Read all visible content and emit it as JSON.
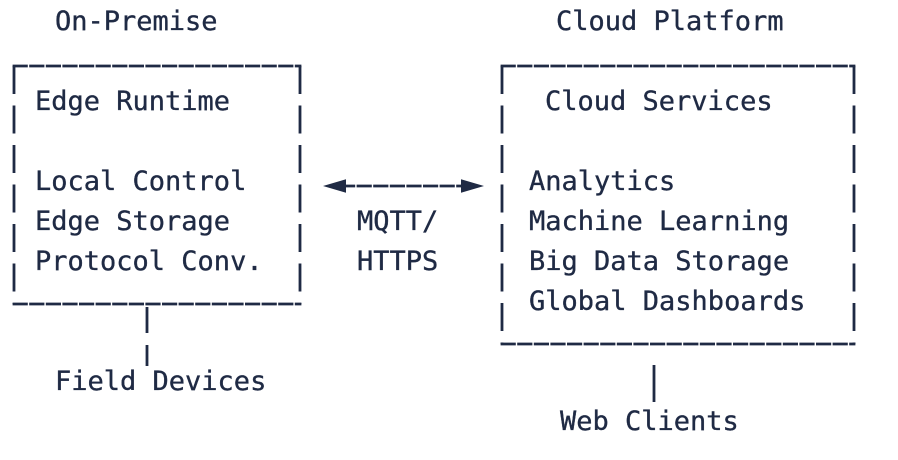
{
  "colors": {
    "ink": "#1f2a44",
    "background": "#ffffff"
  },
  "onprem": {
    "title": "On-Premise",
    "box_title": "Edge Runtime",
    "items": [
      "Local Control",
      "Edge Storage",
      "Protocol Conv."
    ],
    "external_label": "Field Devices"
  },
  "cloud": {
    "title": "Cloud Platform",
    "box_title": "Cloud Services",
    "items": [
      "Analytics",
      "Machine Learning",
      "Big Data Storage",
      "Global Dashboards"
    ],
    "external_label": "Web Clients"
  },
  "link": {
    "type": "bidirectional-arrow",
    "protocols": [
      "MQTT/",
      "HTTPS"
    ]
  }
}
